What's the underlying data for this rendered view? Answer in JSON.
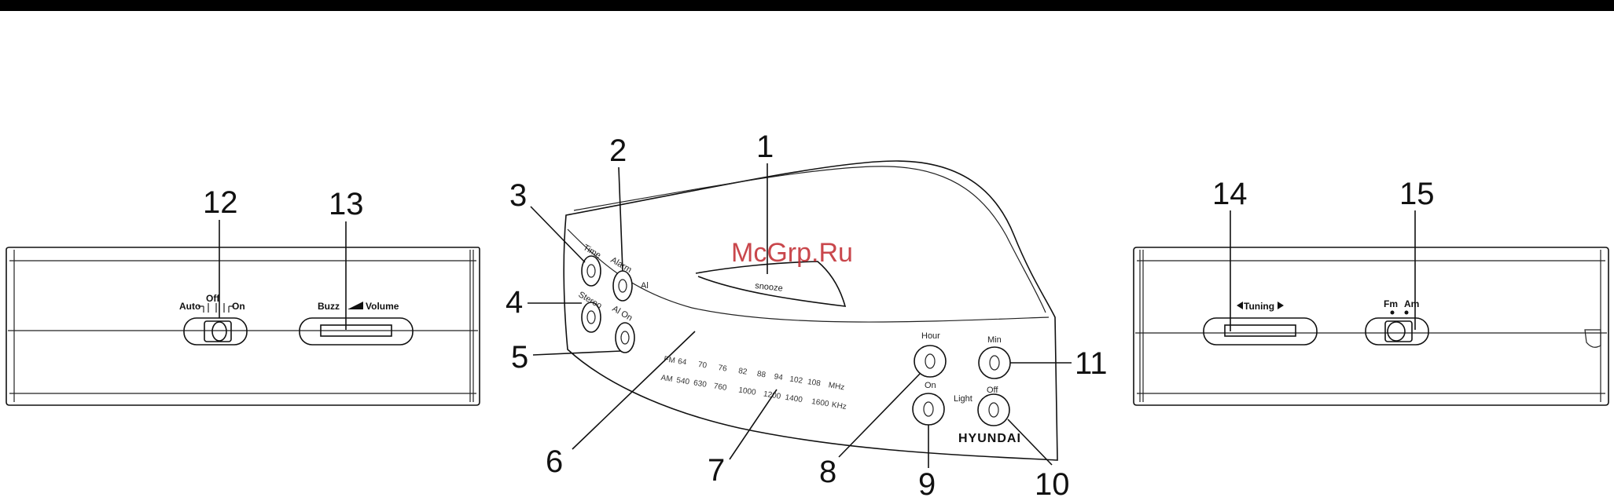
{
  "callouts": [
    "1",
    "2",
    "3",
    "4",
    "5",
    "6",
    "7",
    "8",
    "9",
    "10",
    "11",
    "12",
    "13",
    "14",
    "15"
  ],
  "left_panel": {
    "auto_label": "Auto",
    "off_label": "Off",
    "on_label": "On",
    "buzz_label": "Buzz",
    "volume_label": "Volume"
  },
  "right_panel": {
    "tuning_label": "Tuning",
    "fm_label": "Fm",
    "am_label": "Am"
  },
  "front": {
    "time_label": "Time",
    "alarm_label": "Alarm",
    "al_label": "Al",
    "stereo_label": "Stereo",
    "al_on_label": "Al On",
    "snooze_label": "snooze",
    "hour_label": "Hour",
    "min_label": "Min",
    "on_label": "On",
    "light_label": "Light",
    "off_label": "Off",
    "brand": "HYUNDAI",
    "fm_scale": [
      "FM",
      "64",
      "70",
      "76",
      "82",
      "88",
      "94",
      "102",
      "108",
      "MHz"
    ],
    "am_scale": [
      "AM",
      "540",
      "630",
      "760",
      "1000",
      "1200",
      "1400",
      "1600",
      "KHz"
    ]
  },
  "watermark": "McGrp.Ru",
  "colors": {
    "line": "#111111",
    "watermark": "#c0272d",
    "background": "#ffffff"
  }
}
